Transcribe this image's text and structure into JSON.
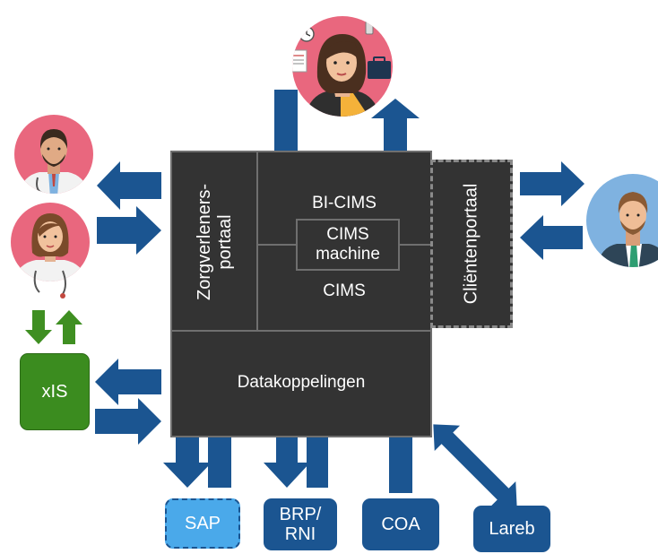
{
  "core": {
    "zorgverleners_portal": "Zorgverleners-\nportaal",
    "bi_cims": "BI-CIMS",
    "cims_machine": "CIMS\nmachine",
    "cims": "CIMS",
    "datakoppelingen": "Datakoppelingen",
    "clientenportaal": "Cliëntenportaal"
  },
  "systems": {
    "xis": "xIS",
    "sap": "SAP",
    "brp_rni": "BRP/\nRNI",
    "coa": "COA",
    "lareb": "Lareb"
  },
  "colors": {
    "core_dark": "#333333",
    "core_border": "#6f6f6f",
    "arrow_blue": "#1b5591",
    "arrow_green": "#3f8f22",
    "xis_green": "#3b8c1f",
    "sap_light_blue": "#4aa9ea",
    "system_navy": "#1b5591",
    "avatar_pink": "#e9677e",
    "avatar_light_blue": "#7fb2e0"
  },
  "icons": {
    "top_person": "businesswoman-with-briefcase-icon",
    "doctor_male": "male-doctor-icon",
    "doctor_female": "female-doctor-icon",
    "client": "client-person-icon"
  }
}
